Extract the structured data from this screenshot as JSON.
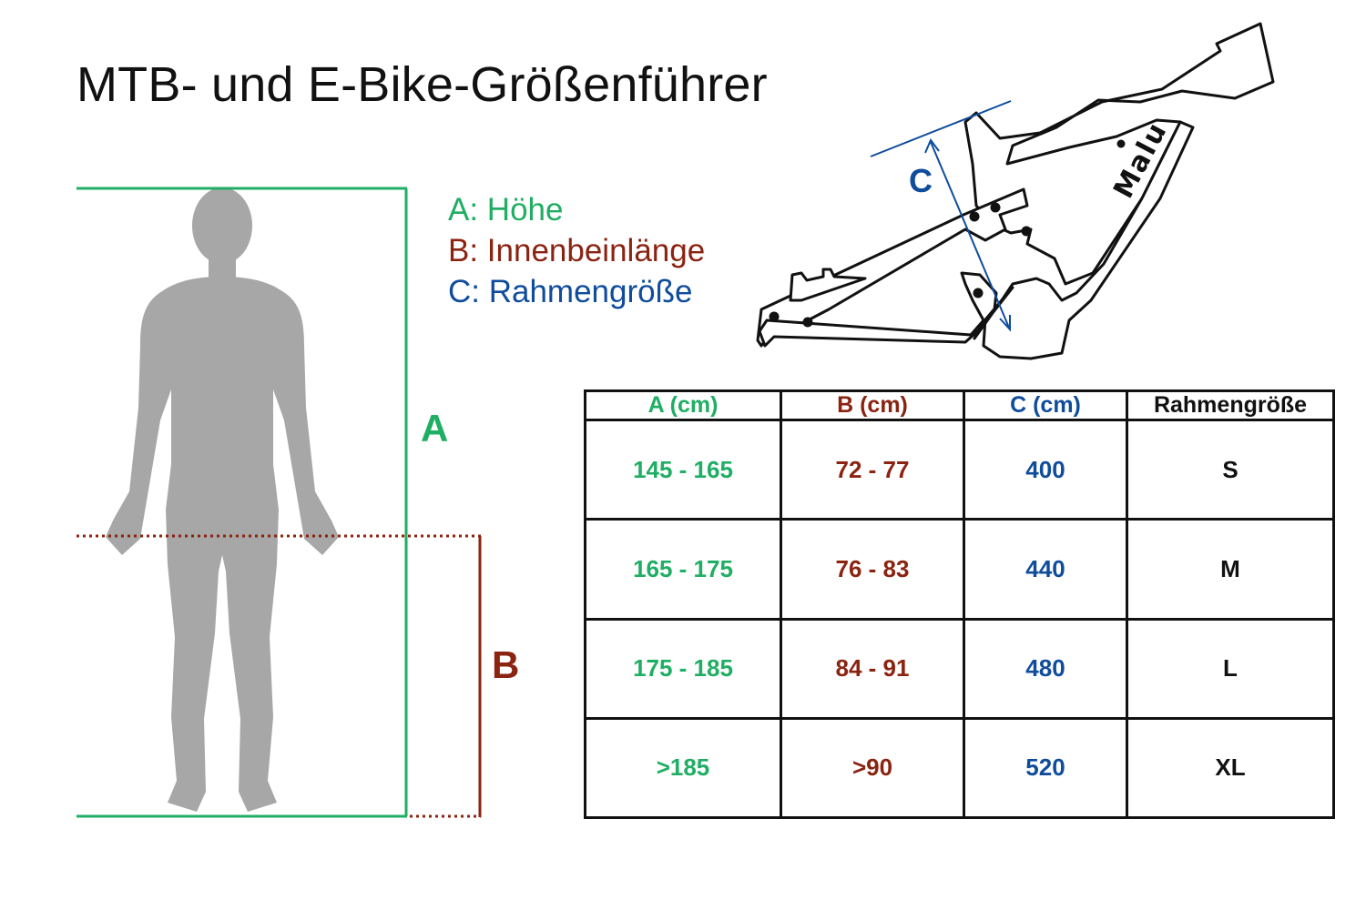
{
  "title": "MTB- und E-Bike-Größenführer",
  "colors": {
    "a": "#1fae63",
    "b": "#8b2311",
    "c": "#0f4c9c",
    "text": "#111111",
    "silhouette": "#a7a7a7",
    "frame_stroke": "#111111"
  },
  "legend": {
    "a": "A: Höhe",
    "b": "B: Innenbeinlänge",
    "c": "C: Rahmengröße"
  },
  "markers": {
    "a": "A",
    "b": "B",
    "c": "C"
  },
  "frame": {
    "brand": "Malu"
  },
  "table": {
    "headers": [
      "A (cm)",
      "B (cm)",
      "C (cm)",
      "Rahmengröße"
    ],
    "rows": [
      [
        "145 - 165",
        "72 - 77",
        "400",
        "S"
      ],
      [
        "165 - 175",
        "76 - 83",
        "440",
        "M"
      ],
      [
        "175 - 185",
        "84 - 91",
        "480",
        "L"
      ],
      [
        ">185",
        ">90",
        "520",
        "XL"
      ]
    ]
  }
}
